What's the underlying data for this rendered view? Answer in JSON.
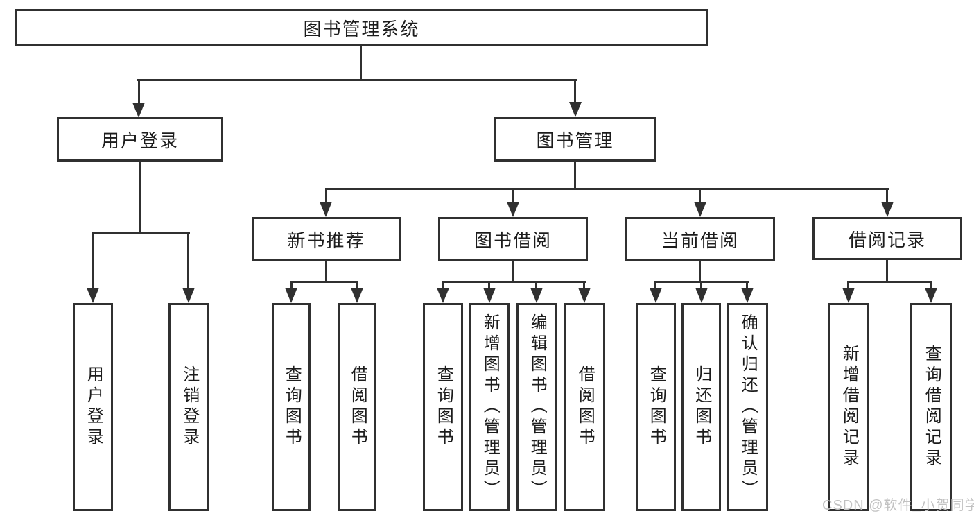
{
  "diagram": {
    "type": "org-tree",
    "colors": {
      "line": "#303030",
      "node_border": "#303030",
      "node_fill": "#ffffff",
      "text": "#1c1c1c",
      "watermark": "#c2c2c2",
      "background": "#ffffff"
    }
  },
  "tree": {
    "label": "图书管理系统",
    "children": [
      {
        "label": "用户登录",
        "children": [
          {
            "label": "用户登录"
          },
          {
            "label": "注销登录"
          }
        ]
      },
      {
        "label": "图书管理",
        "children": [
          {
            "label": "新书推荐",
            "children": [
              {
                "label": "查询图书"
              },
              {
                "label": "借阅图书"
              }
            ]
          },
          {
            "label": "图书借阅",
            "children": [
              {
                "label": "查询图书"
              },
              {
                "label": "新增图书（管理员）"
              },
              {
                "label": "编辑图书（管理员）"
              },
              {
                "label": "借阅图书"
              }
            ]
          },
          {
            "label": "当前借阅",
            "children": [
              {
                "label": "查询图书"
              },
              {
                "label": "归还图书"
              },
              {
                "label": "确认归还（管理员）"
              }
            ]
          },
          {
            "label": "借阅记录",
            "children": [
              {
                "label": "新增借阅记录"
              },
              {
                "label": "查询借阅记录"
              }
            ]
          }
        ]
      }
    ]
  },
  "watermark": {
    "text": "CSDN @软件_小贺同学"
  }
}
